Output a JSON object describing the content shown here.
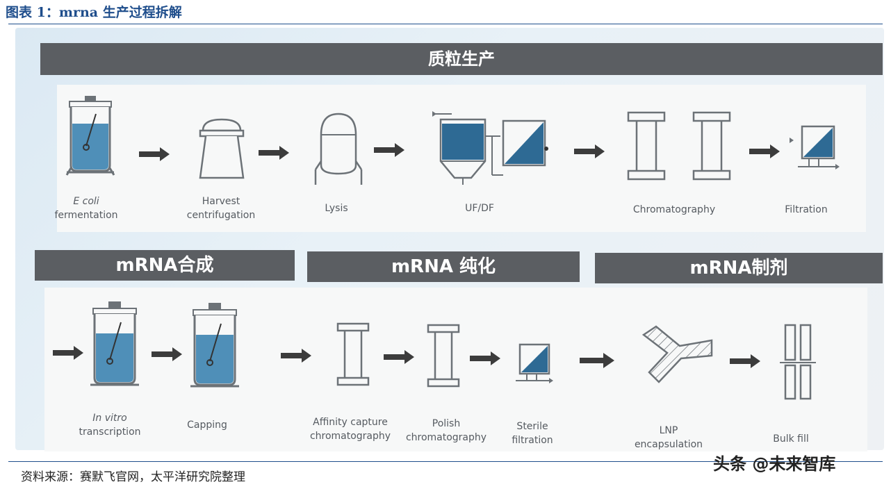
{
  "figure_title": "图表 1：mrna 生产过程拆解",
  "sections": {
    "plasmid": "质粒生产",
    "synthesis": "mRNA合成",
    "purification": "mRNA 纯化",
    "formulation": "mRNA制剂"
  },
  "plasmid_steps": [
    {
      "line1": "E coli",
      "line2": "fermentation"
    },
    {
      "line1": "Harvest",
      "line2": "centrifugation"
    },
    {
      "line1": "Lysis",
      "line2": ""
    },
    {
      "line1": "UF/DF",
      "line2": ""
    },
    {
      "line1": "Chromatography",
      "line2": ""
    },
    {
      "line1": "Filtration",
      "line2": ""
    }
  ],
  "mrna_steps": [
    {
      "line1": "In vitro",
      "line2": "transcription"
    },
    {
      "line1": "Capping",
      "line2": ""
    },
    {
      "line1": "Affinity capture",
      "line2": "chromatography"
    },
    {
      "line1": "Polish",
      "line2": "chromatography"
    },
    {
      "line1": "Sterile",
      "line2": "filtration"
    },
    {
      "line1": "LNP",
      "line2": "encapsulation"
    },
    {
      "line1": "Bulk fill",
      "line2": ""
    }
  ],
  "source": "资料来源：赛默飞官网，太平洋研究院整理",
  "watermark": "头条 @未来智库",
  "colors": {
    "banner": "#5b5e62",
    "liquid": "#4f8fb8",
    "filter_fill": "#2e6a94",
    "line": "#6c7277",
    "arrow": "#3c3c3c",
    "title": "#1f4e8c"
  },
  "icons": {
    "fermenter": "bioreactor-icon",
    "centrifuge": "centrifuge-icon",
    "lysis": "lysis-vessel-icon",
    "ufdf": "ufdf-skid-icon",
    "column": "chromatography-column-icon",
    "filter": "filter-icon",
    "lnp": "lnp-mixer-icon",
    "bulk": "bulk-fill-icon"
  }
}
